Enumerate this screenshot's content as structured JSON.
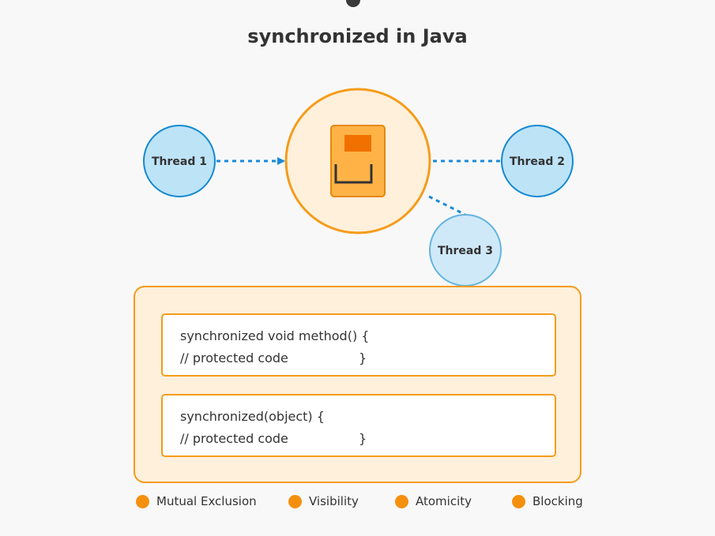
{
  "title": "synchronized in Java",
  "threads": [
    {
      "label": "Thread 1"
    },
    {
      "label": "Thread 2"
    },
    {
      "label": "Thread 3"
    }
  ],
  "lock_icon": "lock-icon",
  "code_examples": [
    {
      "line1": "synchronized void method() {",
      "line2": "// protected code",
      "close": "}"
    },
    {
      "line1": "synchronized(object) {",
      "line2": "// protected code",
      "close": "}"
    }
  ],
  "legend": [
    {
      "label": "Mutual Exclusion"
    },
    {
      "label": "Visibility"
    },
    {
      "label": "Atomicity"
    },
    {
      "label": "Blocking"
    }
  ],
  "colors": {
    "accent_orange": "#f59c1a",
    "lock_fill": "#ffb347",
    "lock_dark": "#f07000",
    "thread_fill": "#bde3f7",
    "thread_border": "#1289d2",
    "arrow_blue": "#1a8ad8",
    "background": "#f8f8f8"
  }
}
